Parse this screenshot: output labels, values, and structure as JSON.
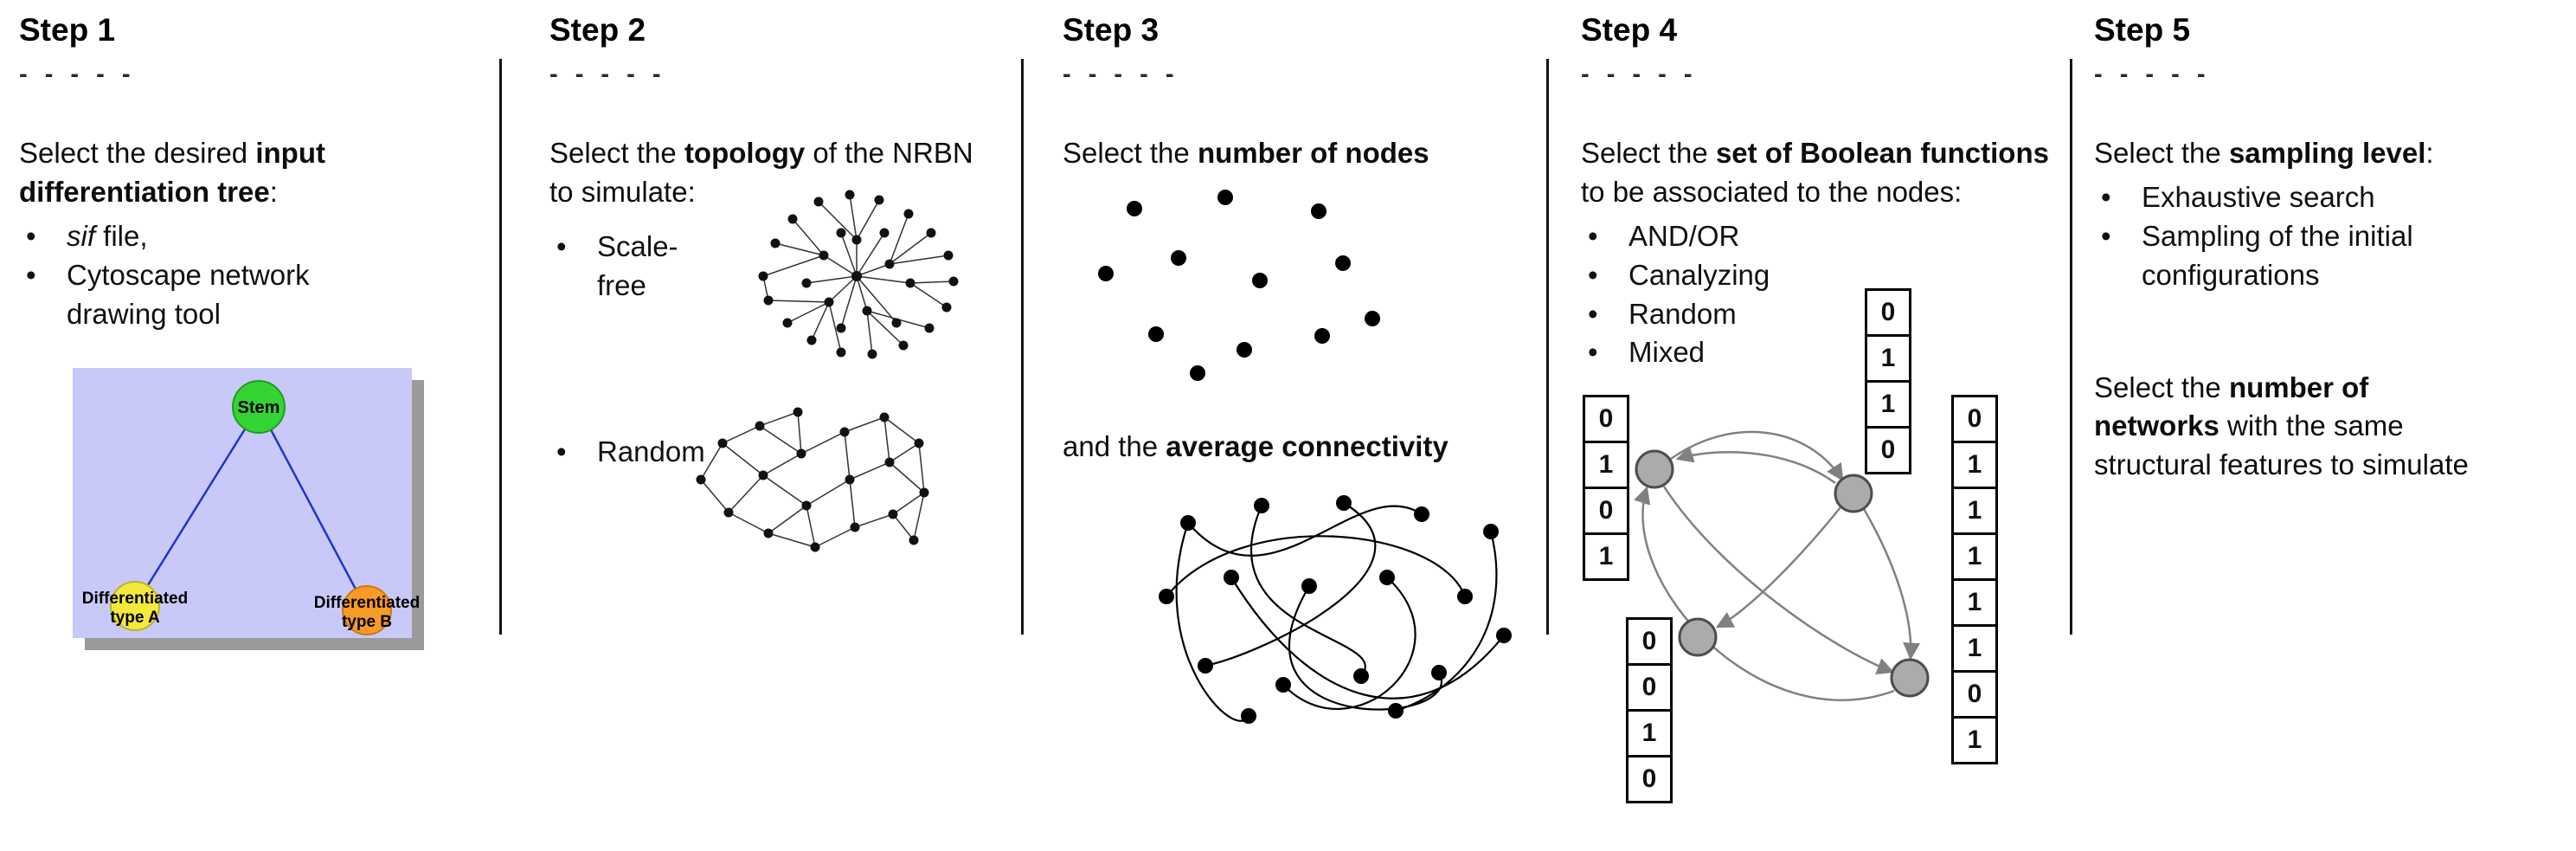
{
  "bullet": "•",
  "colors": {
    "tree_bg": "#c9c9f9",
    "tree_shadow": "#9a9a9a",
    "stem_green": "#35d435",
    "type_a_yellow": "#f3e93c",
    "type_b_orange": "#f79b26",
    "tree_edge_blue": "#2233cc",
    "boolean_node_gray": "#ababab"
  },
  "steps": [
    {
      "title": "Step 1",
      "dashes": "- - - - -",
      "intro": {
        "pre": "Select the desired ",
        "bold": "input differentiation tree",
        "post": ":"
      },
      "bullets": [
        {
          "italic": "sif",
          "text": " file,"
        },
        {
          "text": "Cytoscape network drawing tool"
        }
      ],
      "tree": {
        "root": "Stem",
        "left_line1": "Differentiated",
        "left_line2": "type A",
        "right_line1": "Differentiated",
        "right_line2": "type B"
      }
    },
    {
      "title": "Step 2",
      "dashes": "- - - - -",
      "intro": {
        "pre": "Select the ",
        "bold": "topology",
        "post": " of the NRBN to simulate:"
      },
      "bullets": [
        {
          "text": "Scale-free"
        },
        {
          "text": "Random"
        }
      ]
    },
    {
      "title": "Step 3",
      "dashes": "- - - - -",
      "intro1": {
        "pre": "Select the ",
        "bold": "number of nodes"
      },
      "intro2": {
        "pre": "and the ",
        "bold": "average connectivity"
      }
    },
    {
      "title": "Step 4",
      "dashes": "- - - - -",
      "intro": {
        "pre": "Select the ",
        "bold": "set of Boolean functions",
        "post": " to be associated to the nodes:"
      },
      "bullets": [
        {
          "text": "AND/OR"
        },
        {
          "text": "Canalyzing"
        },
        {
          "text": "Random"
        },
        {
          "text": "Mixed"
        }
      ],
      "truth_tables": {
        "left": [
          "0",
          "1",
          "0",
          "1"
        ],
        "bottom_left": [
          "0",
          "0",
          "1",
          "0"
        ],
        "top_middle": [
          "0",
          "1",
          "1",
          "0"
        ],
        "right": [
          "0",
          "1",
          "1",
          "1",
          "1",
          "1",
          "0",
          "1"
        ]
      }
    },
    {
      "title": "Step 5",
      "dashes": "- - - - -",
      "intro": {
        "pre": "Select the ",
        "bold": "sampling level",
        "post": ":"
      },
      "bullets": [
        {
          "text": "Exhaustive search"
        },
        {
          "text": "Sampling of the initial configurations"
        }
      ],
      "second": {
        "pre": "Select the ",
        "bold1": "number of",
        "bold2": "networks",
        "rest": " with the same structural features to simulate"
      }
    }
  ]
}
